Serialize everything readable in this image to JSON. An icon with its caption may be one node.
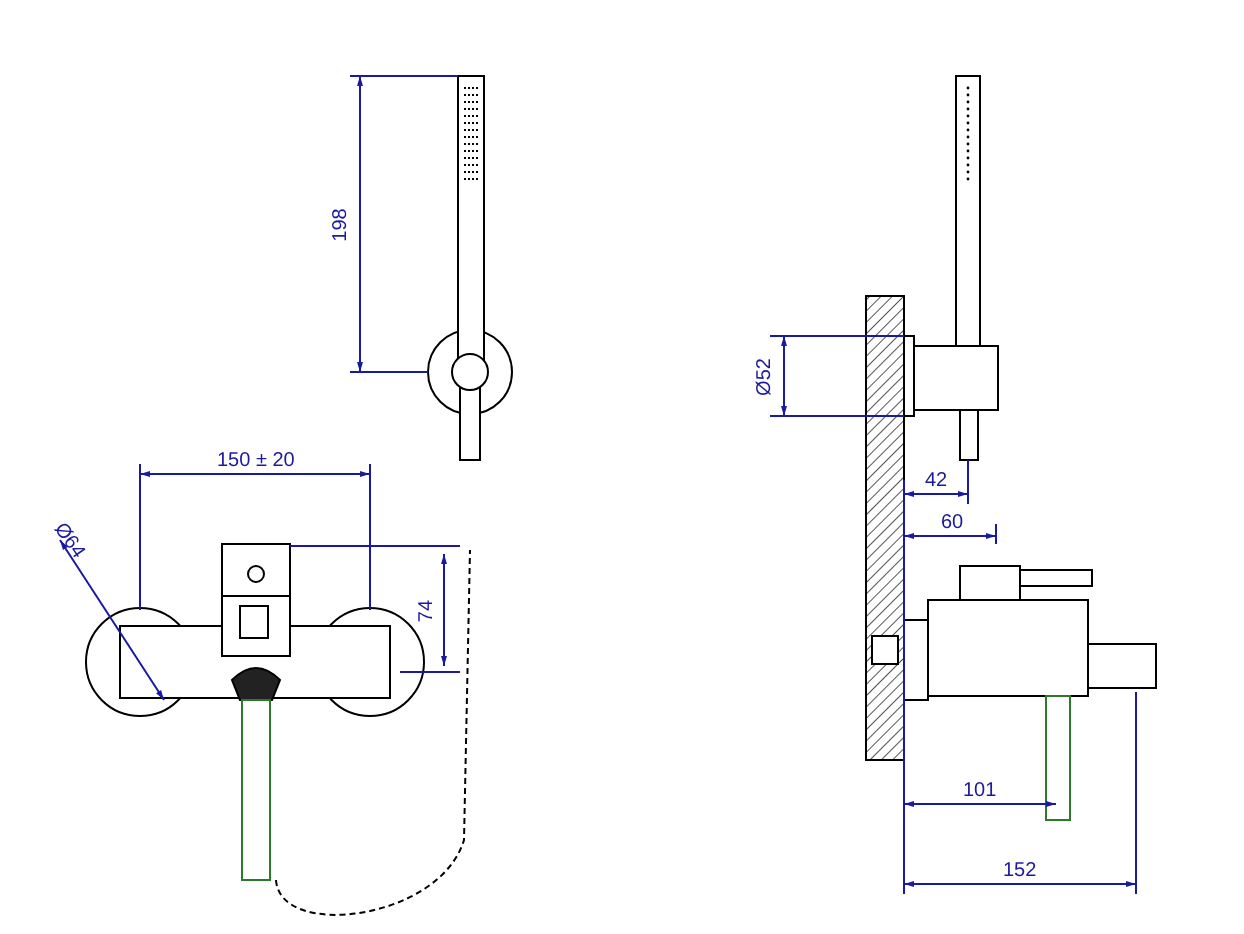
{
  "diagram": {
    "labels": [
      "198",
      "Ø52",
      "150 ± 20",
      "Ø64",
      "74",
      "42",
      "60",
      "101",
      "152"
    ]
  }
}
